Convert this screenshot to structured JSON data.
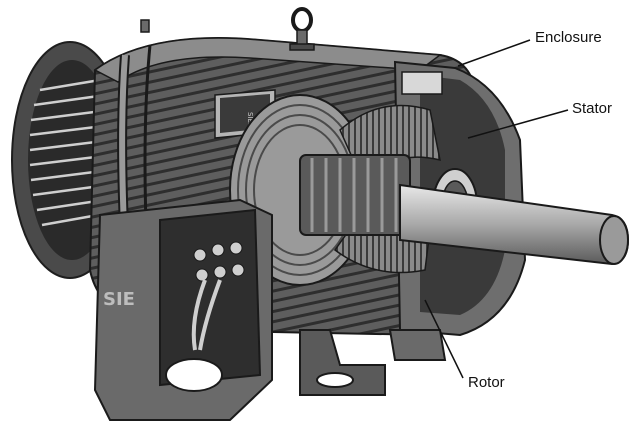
{
  "diagram": {
    "callouts": [
      {
        "id": "enclosure",
        "label": "Enclosure"
      },
      {
        "id": "stator",
        "label": "Stator"
      },
      {
        "id": "rotor",
        "label": "Rotor"
      }
    ],
    "nameplate_text": "SIEMENS",
    "terminal_box_text": "SIE",
    "colors": {
      "dark": "#3a3a3a",
      "mid": "#6b6b6b",
      "light": "#9a9a9a",
      "highlight": "#d6d6d6",
      "shaft": "#b8b8b8",
      "background": "#ffffff"
    }
  }
}
